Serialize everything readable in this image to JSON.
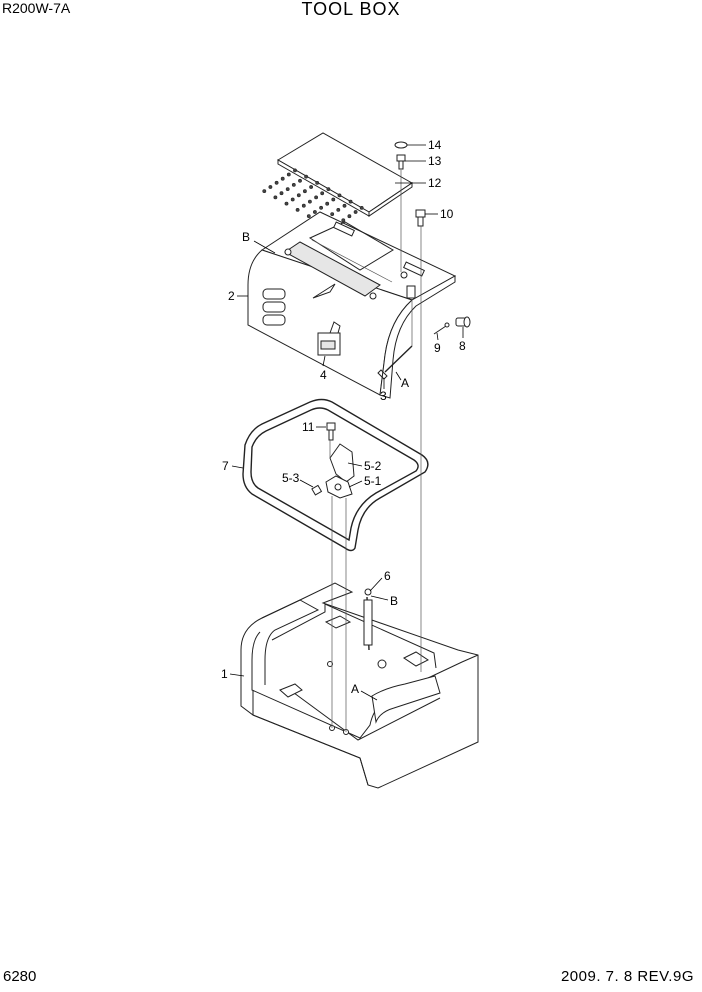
{
  "header": {
    "model": "R200W-7A",
    "title": "TOOL BOX"
  },
  "footer": {
    "page": "6280",
    "revision": "2009. 7. 8  REV.9G"
  },
  "callouts": {
    "c14": "14",
    "c13": "13",
    "c12": "12",
    "c10": "10",
    "cB_top": "B",
    "c2": "2",
    "c4": "4",
    "c3": "3",
    "cA_mid": "A",
    "c9": "9",
    "c8": "8",
    "c11": "11",
    "c7": "7",
    "c5_2": "5-2",
    "c5_3": "5-3",
    "c5_1": "5-1",
    "c6": "6",
    "cB_low": "B",
    "c1": "1",
    "cA_low": "A"
  }
}
